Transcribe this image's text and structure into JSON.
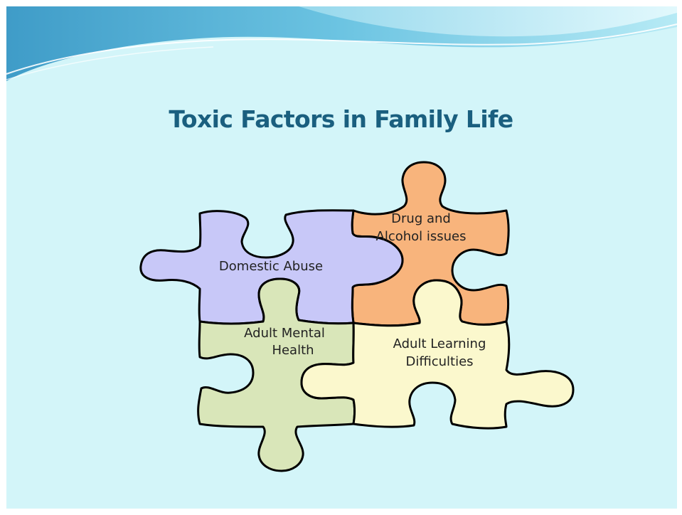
{
  "slide": {
    "title": "Toxic Factors in Family Life"
  },
  "pieces": {
    "domestic_abuse": {
      "lines": [
        "Domestic Abuse"
      ],
      "color": "#c8c8f8"
    },
    "drug_alcohol": {
      "lines": [
        "Drug and",
        "Alcohol issues"
      ],
      "color": "#f8b47c"
    },
    "adult_mental_health": {
      "lines": [
        "Adult Mental",
        "Health"
      ],
      "color": "#d9e6b9"
    },
    "adult_learning": {
      "lines": [
        "Adult Learning",
        "Difficulties"
      ],
      "color": "#fbf8cd"
    }
  },
  "colors": {
    "background": "#d3f5f9",
    "title": "#1a5f7f",
    "outline": "#000000"
  }
}
